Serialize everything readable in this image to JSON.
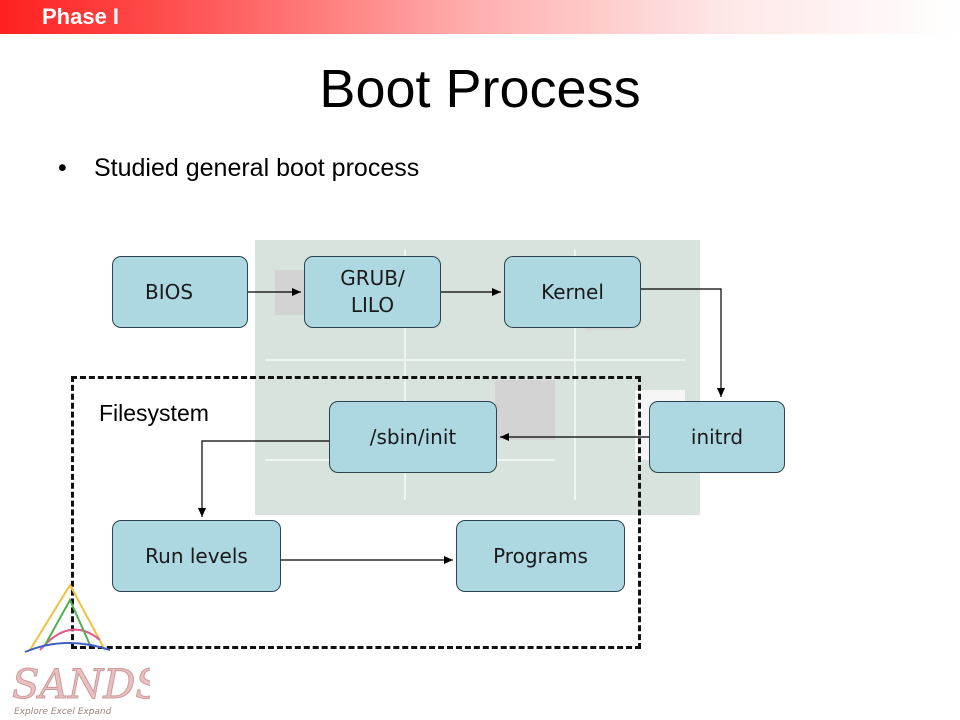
{
  "header": {
    "phase_label": "Phase I",
    "banner_color": "#ff2020"
  },
  "slide": {
    "title": "Boot Process",
    "bullet": "Studied general boot process"
  },
  "diagram": {
    "node_fill": "#add8e1",
    "nodes": {
      "bios": "BIOS",
      "grub": "GRUB/\nLILO",
      "kernel": "Kernel",
      "initrd": "initrd",
      "sbin_init": "/sbin/init",
      "run_levels": "Run levels",
      "programs": "Programs"
    },
    "group_label": "Filesystem",
    "edges": [
      {
        "from": "BIOS",
        "to": "GRUB/ LILO"
      },
      {
        "from": "GRUB/ LILO",
        "to": "Kernel"
      },
      {
        "from": "Kernel",
        "to": "initrd"
      },
      {
        "from": "initrd",
        "to": "/sbin/init"
      },
      {
        "from": "/sbin/init",
        "to": "Run levels"
      },
      {
        "from": "Run levels",
        "to": "Programs"
      }
    ]
  },
  "logo": {
    "text": "SANDS",
    "tagline": "Explore Excel Expand"
  }
}
